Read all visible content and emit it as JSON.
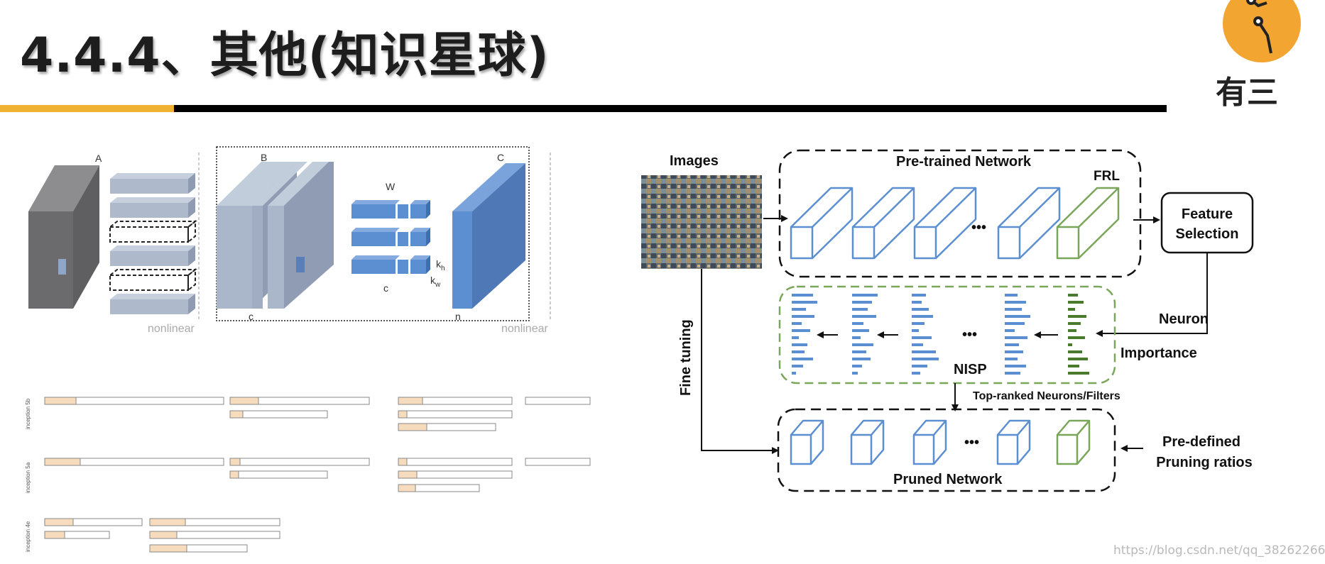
{
  "slide": {
    "title": "4.4.4、其他(知识星球)",
    "logo_text": "有三",
    "watermark": "https://blog.csdn.net/qq_38262266",
    "colors": {
      "accent": "#f0b233",
      "rule": "#000000",
      "logo": "#f2a531"
    }
  },
  "left_diagram": {
    "label_A": "A",
    "label_B": "B",
    "label_C": "C",
    "label_W": "W",
    "label_c1": "c",
    "label_c2": "c",
    "label_n": "n",
    "label_kh": "k",
    "label_kh_sub": "h",
    "label_kw": "k",
    "label_kw_sub": "w",
    "nonlinear_1": "nonlinear",
    "nonlinear_2": "nonlinear"
  },
  "inception_chart": {
    "rows": [
      {
        "label": "inception 5b"
      },
      {
        "label": "inception 5a"
      },
      {
        "label": "inception 4e"
      }
    ]
  },
  "nisp_diagram": {
    "images_label": "Images",
    "pretrained_label": "Pre-trained Network",
    "frl_label": "FRL",
    "feature_selection_line1": "Feature",
    "feature_selection_line2": "Selection",
    "neuron_label": "Neuron",
    "importance_label": "Importance",
    "nisp_label": "NISP",
    "top_ranked_label": "Top-ranked Neurons/Filters",
    "fine_tuning_label": "Fine tuning",
    "pruned_label": "Pruned Network",
    "predefined_line1": "Pre-defined",
    "predefined_line2": "Pruning ratios",
    "ellipsis": "•••"
  }
}
